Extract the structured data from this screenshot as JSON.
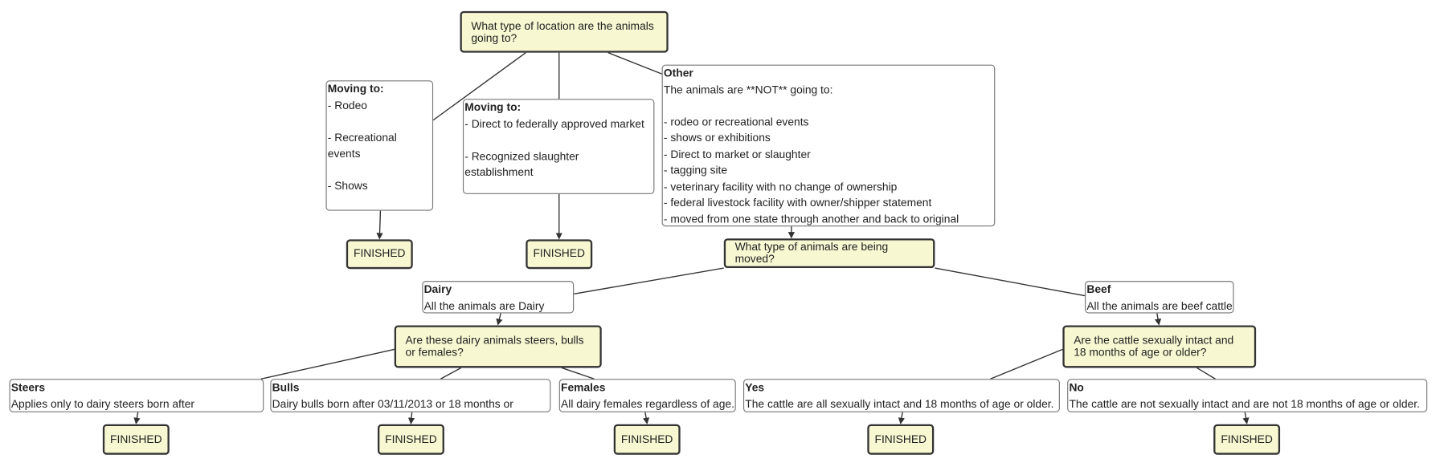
{
  "nodes": {
    "q_location": {
      "text": "What type of location are the animals going to?"
    },
    "rodeo": {
      "title": "Moving to:",
      "lines": [
        "- Rodeo",
        "",
        "- Recreational",
        "events",
        "",
        "- Shows"
      ]
    },
    "market": {
      "title": "Moving to:",
      "lines": [
        "- Direct to federally approved market",
        "",
        "- Recognized slaughter",
        "establishment"
      ]
    },
    "other": {
      "title": "Other",
      "lines": [
        "The animals are **NOT** going to:",
        "",
        "- rodeo or recreational events",
        "- shows or exhibitions",
        "- Direct to market or slaughter",
        "- tagging site",
        "- veterinary facility with no change of ownership",
        "- federal livestock facility with owner/shipper statement",
        "- moved from one state through another and back to original"
      ]
    },
    "q_animals": {
      "text": "What type of animals are being moved?"
    },
    "dairy": {
      "title": "Dairy",
      "text": "All the animals are Dairy"
    },
    "beef": {
      "title": "Beef",
      "text": "All the animals are beef cattle"
    },
    "q_dairy": {
      "text": "Are these dairy animals steers, bulls or females?"
    },
    "q_beef": {
      "text": "Are the cattle sexually intact and 18 months of age or older?"
    },
    "steers": {
      "title": "Steers",
      "text": "Applies only to dairy steers born after"
    },
    "bulls": {
      "title": "Bulls",
      "text": "Dairy bulls born after 03/11/2013 or 18 months or"
    },
    "females": {
      "title": "Females",
      "text": "All dairy females regardless of age."
    },
    "yes": {
      "title": "Yes",
      "text": "The cattle are all sexually intact and 18 months of age or older."
    },
    "no": {
      "title": "No",
      "text": "The cattle are not sexually intact and are not 18 months of age or older."
    }
  },
  "finished_label": "FINISHED",
  "colors": {
    "question_fill": "#f7f7d2",
    "answer_fill": "#ffffff",
    "edge": "#333333"
  }
}
